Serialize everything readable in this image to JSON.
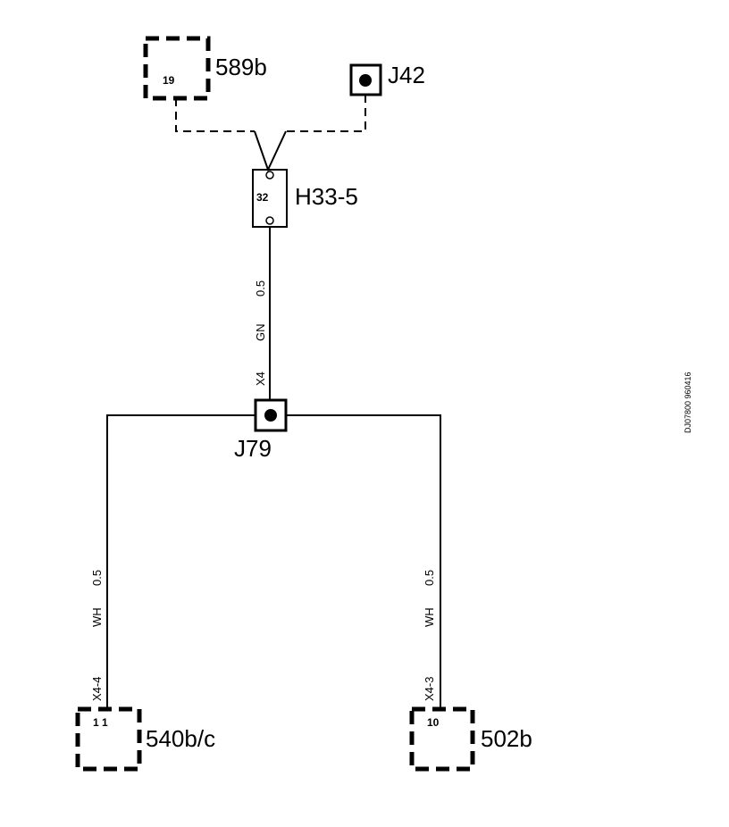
{
  "components": {
    "c589b": {
      "name": "589b",
      "pin": "19"
    },
    "j42": {
      "name": "J42"
    },
    "h33": {
      "name": "H33-5",
      "pin": "32"
    },
    "j79": {
      "name": "J79"
    },
    "c540": {
      "name": "540b/c",
      "pin": "1 1"
    },
    "c502": {
      "name": "502b",
      "pin": "10"
    }
  },
  "wires": {
    "top": {
      "size": "0.5",
      "color": "GN",
      "connector": "X4"
    },
    "left": {
      "size": "0.5",
      "color": "WH",
      "connector": "X4-4"
    },
    "right": {
      "size": "0.5",
      "color": "WH",
      "connector": "X4-3"
    }
  },
  "doc_code": "DJ07800 960416"
}
